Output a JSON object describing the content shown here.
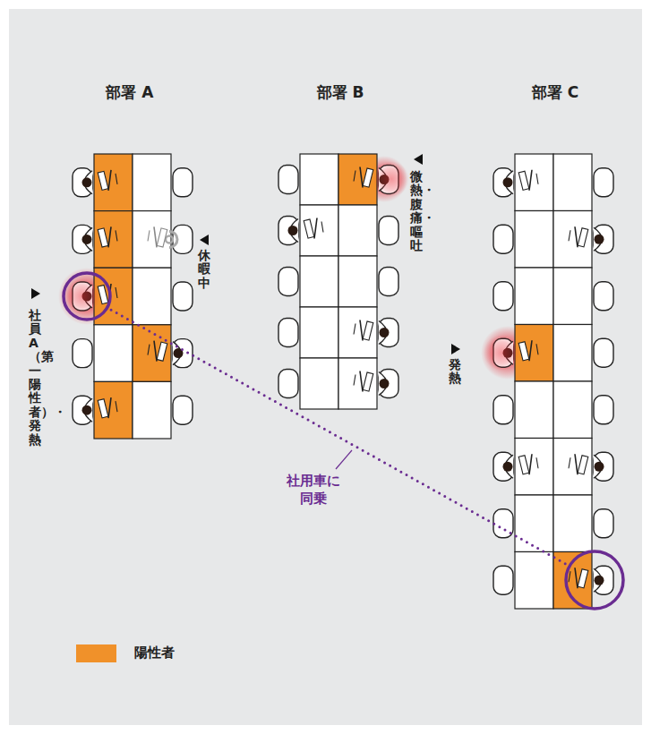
{
  "diagram": {
    "nodes": [
      {
        "text": [
          "部署 A"
        ]
      },
      {
        "text": [
          "部署 B"
        ]
      },
      {
        "text": [
          "部署 C"
        ]
      },
      {
        "text": [
          "社員A（第一陽性者）・発熱"
        ],
        "in": 0
      },
      {
        "text": [],
        "in": 2
      }
    ],
    "edges": [
      {
        "from": 3,
        "to": 4,
        "arrow": "none",
        "label": "社用車に同乗"
      }
    ],
    "labels": [
      "休暇中",
      "微熱・腹痛・嘔吐",
      "発熱"
    ],
    "legend": [
      {
        "text": "陽性者",
        "color": "#f0912a"
      }
    ]
  }
}
